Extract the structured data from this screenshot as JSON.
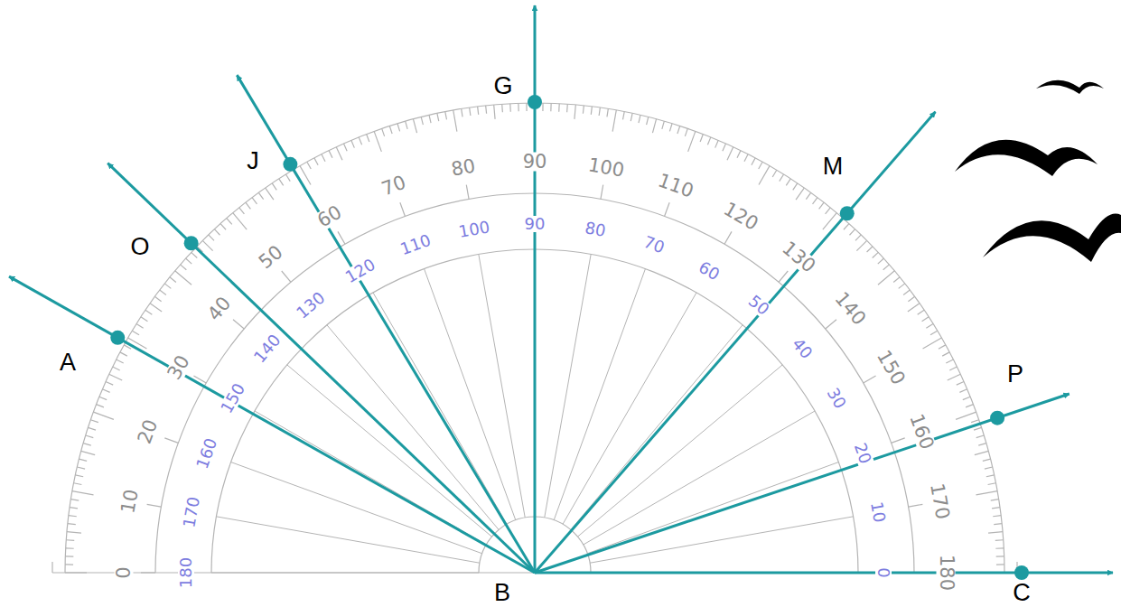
{
  "diagram": {
    "labels": [
      "A",
      "O",
      "J",
      "G",
      "M",
      "P",
      "B",
      "C",
      "0",
      "10",
      "20",
      "30",
      "40",
      "50",
      "60",
      "70",
      "80",
      "90",
      "100",
      "110",
      "120",
      "130",
      "140",
      "150",
      "160",
      "170",
      "180",
      "180",
      "170",
      "160",
      "150",
      "140",
      "130",
      "120",
      "110",
      "100",
      "90",
      "80",
      "70",
      "60",
      "50",
      "40",
      "30",
      "20",
      "10",
      "0"
    ]
  }
}
